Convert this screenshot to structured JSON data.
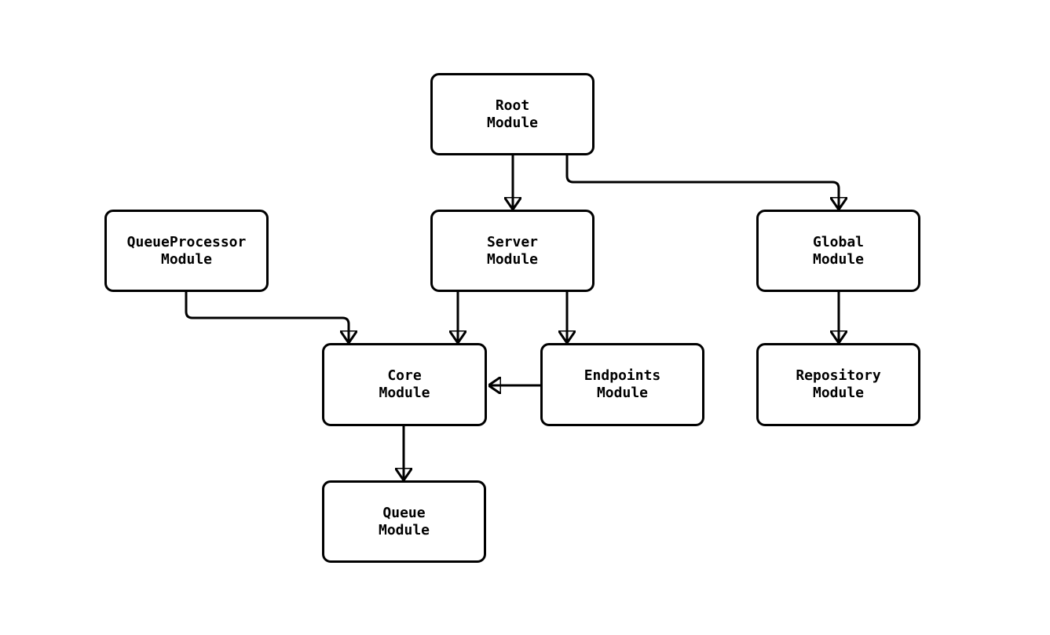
{
  "diagram": {
    "type": "module-dependency-graph",
    "background_color": "#ffffff",
    "node_border_color": "#000000",
    "node_fill_color": "#ffffff",
    "text_color": "#000000",
    "arrow_color": "#000000",
    "nodes": [
      {
        "id": "root-module",
        "label": "Root\nModule"
      },
      {
        "id": "queueprocessor-module",
        "label": "QueueProcessor\nModule"
      },
      {
        "id": "server-module",
        "label": "Server\nModule"
      },
      {
        "id": "global-module",
        "label": "Global\nModule"
      },
      {
        "id": "core-module",
        "label": "Core\nModule"
      },
      {
        "id": "endpoints-module",
        "label": "Endpoints\nModule"
      },
      {
        "id": "repository-module",
        "label": "Repository\nModule"
      },
      {
        "id": "queue-module",
        "label": "Queue\nModule"
      }
    ],
    "edges": [
      {
        "from": "root-module",
        "to": "server-module"
      },
      {
        "from": "root-module",
        "to": "global-module"
      },
      {
        "from": "queueprocessor-module",
        "to": "core-module"
      },
      {
        "from": "server-module",
        "to": "core-module"
      },
      {
        "from": "server-module",
        "to": "endpoints-module"
      },
      {
        "from": "endpoints-module",
        "to": "core-module"
      },
      {
        "from": "global-module",
        "to": "repository-module"
      },
      {
        "from": "core-module",
        "to": "queue-module"
      }
    ]
  }
}
